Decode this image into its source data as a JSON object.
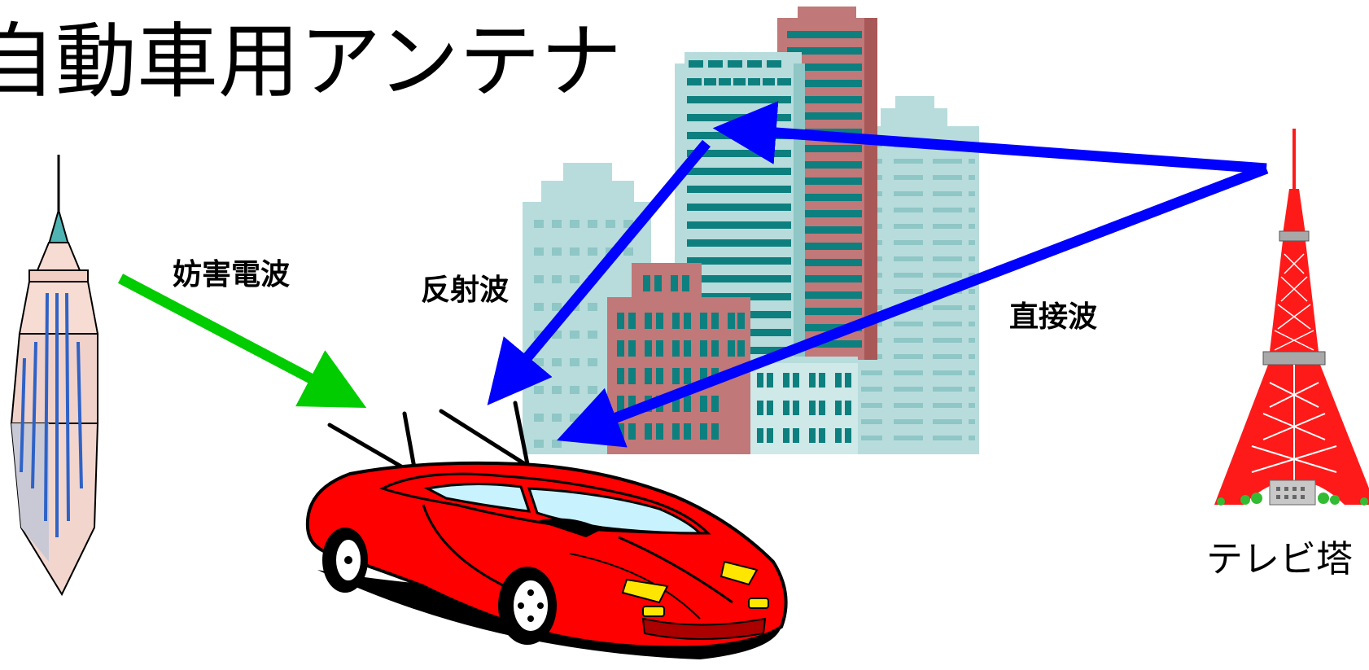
{
  "title": "自動車用アンテナ",
  "labels": {
    "interference_wave": "妨害電波",
    "reflected_wave": "反射波",
    "direct_wave": "直接波",
    "tv_tower": "テレビ塔"
  },
  "colors": {
    "interference_arrow": "#00cc00",
    "wave_arrows": "#0000ff",
    "car_body": "#ff0000",
    "tower": "#ff1a1a",
    "building_teal": "#0e7f7f",
    "building_red": "#c07878",
    "building_light": "#b8dcdc"
  },
  "icons": {
    "car": "sports-car-icon",
    "tower": "tv-tower-icon",
    "skyscraper": "skyscraper-icon",
    "buildings": "city-buildings-icon"
  }
}
